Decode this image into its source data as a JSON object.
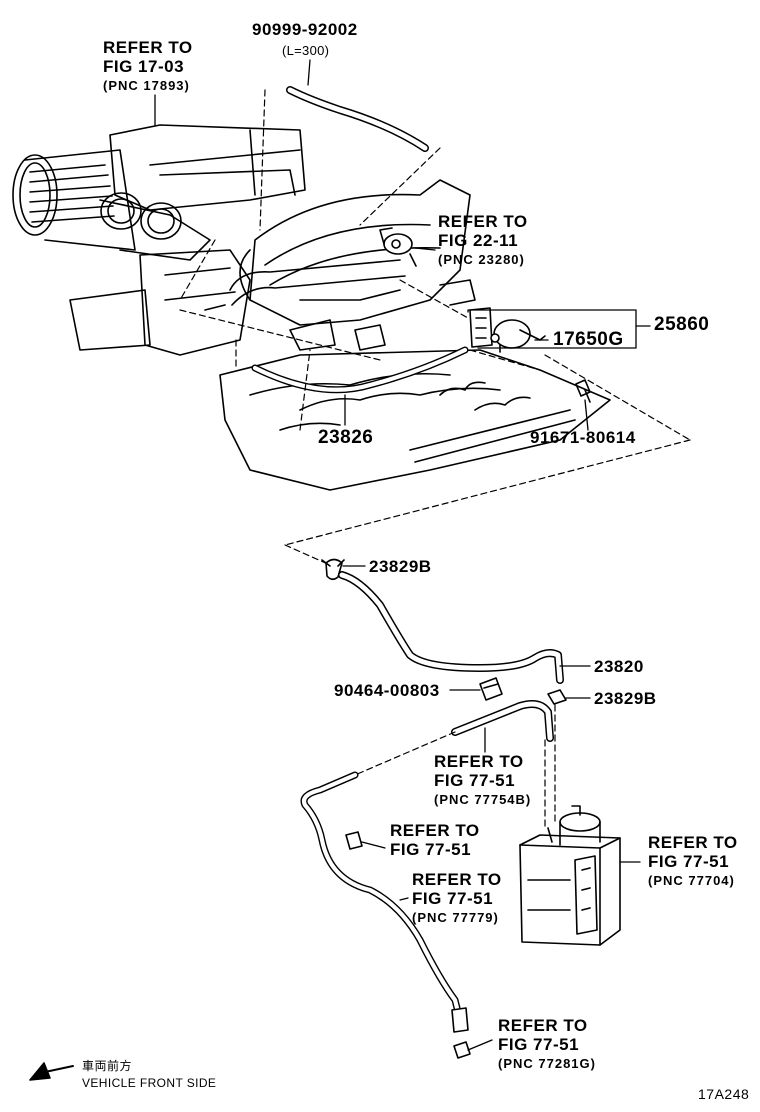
{
  "refs": {
    "r1703": {
      "line1": "REFER TO",
      "line2": "FIG 17-03",
      "pnc": "(PNC 17893)"
    },
    "r2211": {
      "line1": "REFER TO",
      "line2": "FIG 22-11",
      "pnc": "(PNC 23280)"
    },
    "r7751a": {
      "line1": "REFER TO",
      "line2": "FIG 77-51",
      "pnc": "(PNC 77754B)"
    },
    "r7751b": {
      "line1": "REFER TO",
      "line2": "FIG 77-51"
    },
    "r7751c": {
      "line1": "REFER TO",
      "line2": "FIG 77-51",
      "pnc": "(PNC 77779)"
    },
    "r7751d": {
      "line1": "REFER TO",
      "line2": "FIG 77-51",
      "pnc": "(PNC 77704)"
    },
    "r7751e": {
      "line1": "REFER TO",
      "line2": "FIG 77-51",
      "pnc": "(PNC 77281G)"
    }
  },
  "parts": {
    "p9099992002": "90999-92002",
    "p9099992002_note": "(L=300)",
    "p25860": "25860",
    "p17650G": "17650G",
    "p23826": "23826",
    "p9167180614": "91671-80614",
    "p23829B_top": "23829B",
    "p23820": "23820",
    "p9046400803": "90464-00803",
    "p23829B_mid": "23829B"
  },
  "footer": {
    "jp_label": "車両前方",
    "en_label": "VEHICLE FRONT SIDE",
    "figure_code": "17A248"
  }
}
